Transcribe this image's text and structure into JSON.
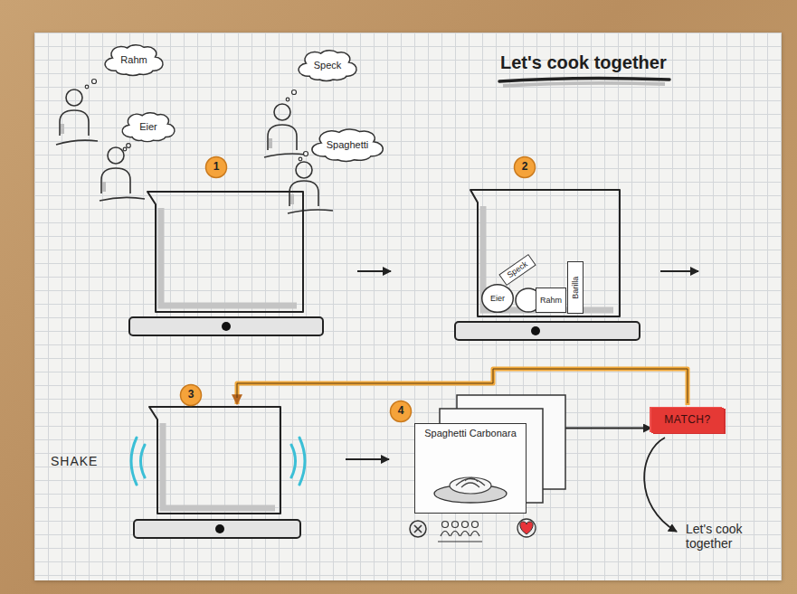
{
  "diagram": {
    "title": "Let's cook together",
    "nodes": [
      {
        "text": [
          "Rahm"
        ]
      },
      {
        "text": [
          "Eier"
        ]
      },
      {
        "text": [
          "1"
        ]
      },
      {
        "text": [
          "Speck"
        ]
      },
      {
        "text": [
          "Spaghetti"
        ]
      },
      {
        "text": [
          "2"
        ]
      },
      {
        "text": [
          "Eier"
        ]
      },
      {
        "text": [
          "Speck"
        ]
      },
      {
        "text": [
          "Rahm"
        ]
      },
      {
        "text": [
          "Barilla"
        ]
      },
      {
        "text": [
          "3"
        ]
      },
      {
        "text": [
          "4"
        ]
      },
      {
        "text": [
          "Spaghetti Carbonara"
        ]
      },
      {
        "text": [
          "MATCH?"
        ]
      }
    ],
    "edges": [
      {
        "from": 12,
        "to": 13,
        "arrow": "to"
      }
    ],
    "labels": [
      "SHAKE",
      "Let's cook together"
    ]
  }
}
